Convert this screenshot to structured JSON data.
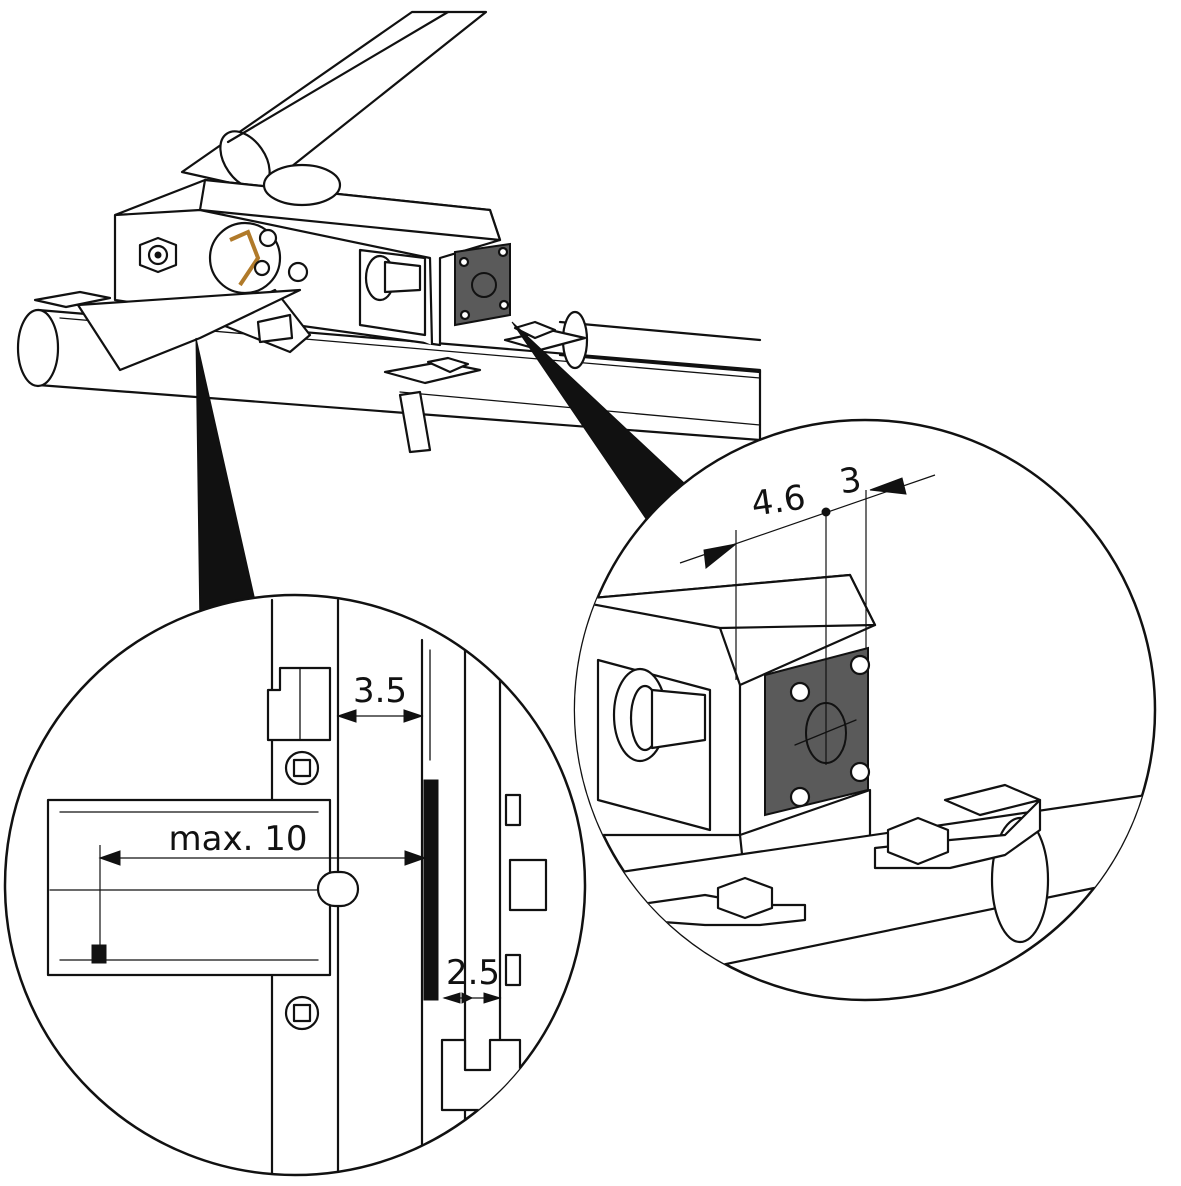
{
  "dimensions": {
    "left_detail": {
      "gap": "3.5",
      "reach": "max. 10",
      "slot": "2.5"
    },
    "right_detail": {
      "offset": "4.6",
      "spacing": "3"
    }
  },
  "colors": {
    "line": "#111111",
    "sensor_plate": "#5a5a5a",
    "background": "#ffffff"
  }
}
